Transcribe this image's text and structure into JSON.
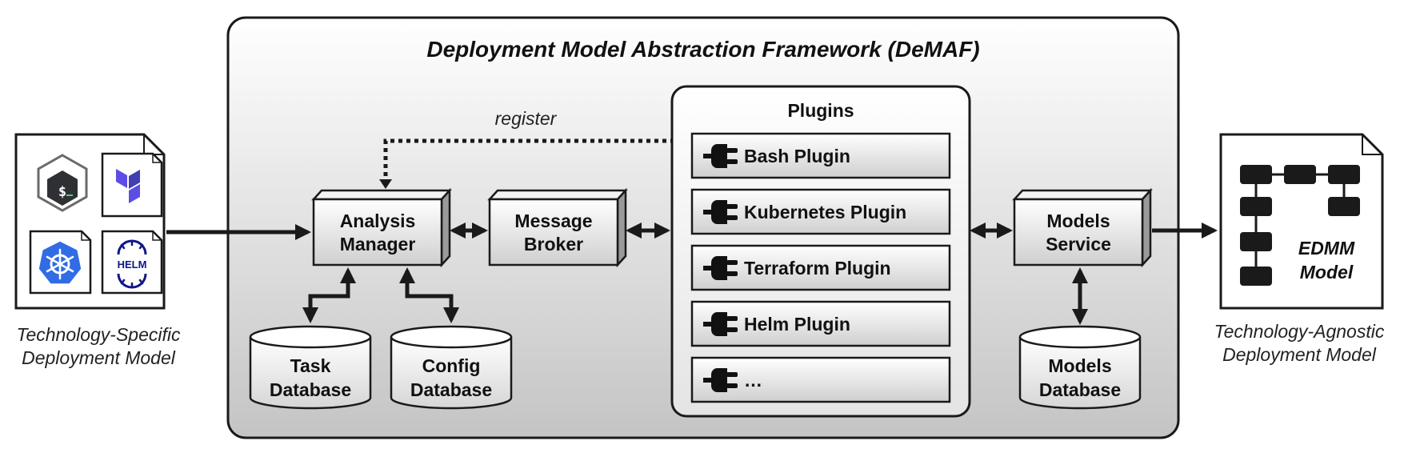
{
  "framework": {
    "title": "Deployment Model Abstraction Framework (DeMAF)"
  },
  "input": {
    "caption_line1": "Technology-Specific",
    "caption_line2": "Deployment Model",
    "icons": [
      "bash-icon",
      "terraform-icon",
      "kubernetes-icon",
      "helm-icon"
    ],
    "helm_text": "HELM"
  },
  "output": {
    "model_line1": "EDMM",
    "model_line2": "Model",
    "caption_line1": "Technology-Agnostic",
    "caption_line2": "Deployment Model"
  },
  "components": {
    "analysis_manager": {
      "line1": "Analysis",
      "line2": "Manager"
    },
    "message_broker": {
      "line1": "Message",
      "line2": "Broker"
    },
    "models_service": {
      "line1": "Models",
      "line2": "Service"
    }
  },
  "databases": {
    "task": {
      "line1": "Task",
      "line2": "Database"
    },
    "config": {
      "line1": "Config",
      "line2": "Database"
    },
    "models": {
      "line1": "Models",
      "line2": "Database"
    }
  },
  "plugins": {
    "title": "Plugins",
    "register_label": "register",
    "items": [
      "Bash Plugin",
      "Kubernetes Plugin",
      "Terraform Plugin",
      "Helm Plugin",
      "…"
    ]
  },
  "colors": {
    "stroke": "#1a1a1a",
    "panel_top": "#ffffff",
    "panel_bottom": "#c8c8c8",
    "terraform": "#5c4ee5",
    "kubernetes": "#326ce5",
    "helm": "#0f1689"
  }
}
